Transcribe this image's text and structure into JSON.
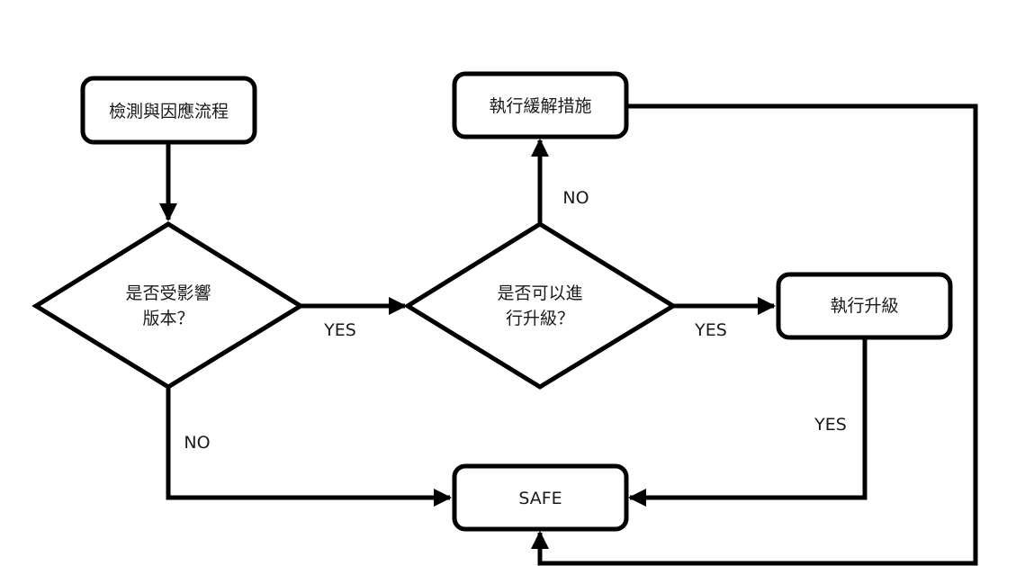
{
  "diagram": {
    "type": "flowchart",
    "colors": {
      "stroke": "#000000",
      "fill": "#ffffff",
      "text": "#1a1a1a"
    },
    "nodes": [
      {
        "id": "start",
        "shape": "rounded-rect",
        "label": "檢測與因應流程"
      },
      {
        "id": "affected",
        "shape": "diamond",
        "label_line1": "是否受影響",
        "label_line2": "版本？"
      },
      {
        "id": "can_upgrade",
        "shape": "diamond",
        "label_line1": "是否可以進",
        "label_line2": "行升級？"
      },
      {
        "id": "mitigate",
        "shape": "rounded-rect",
        "label": "執行緩解措施"
      },
      {
        "id": "upgrade",
        "shape": "rounded-rect",
        "label": "執行升級"
      },
      {
        "id": "safe",
        "shape": "rounded-rect",
        "label": "SAFE"
      }
    ],
    "edges": [
      {
        "from": "start",
        "to": "affected",
        "label": ""
      },
      {
        "from": "affected",
        "to": "can_upgrade",
        "label": "YES"
      },
      {
        "from": "affected",
        "to": "safe",
        "label": "NO"
      },
      {
        "from": "can_upgrade",
        "to": "upgrade",
        "label": "YES"
      },
      {
        "from": "can_upgrade",
        "to": "mitigate",
        "label": "NO"
      },
      {
        "from": "upgrade",
        "to": "safe",
        "label": "YES"
      },
      {
        "from": "mitigate",
        "to": "safe",
        "label": ""
      }
    ]
  }
}
